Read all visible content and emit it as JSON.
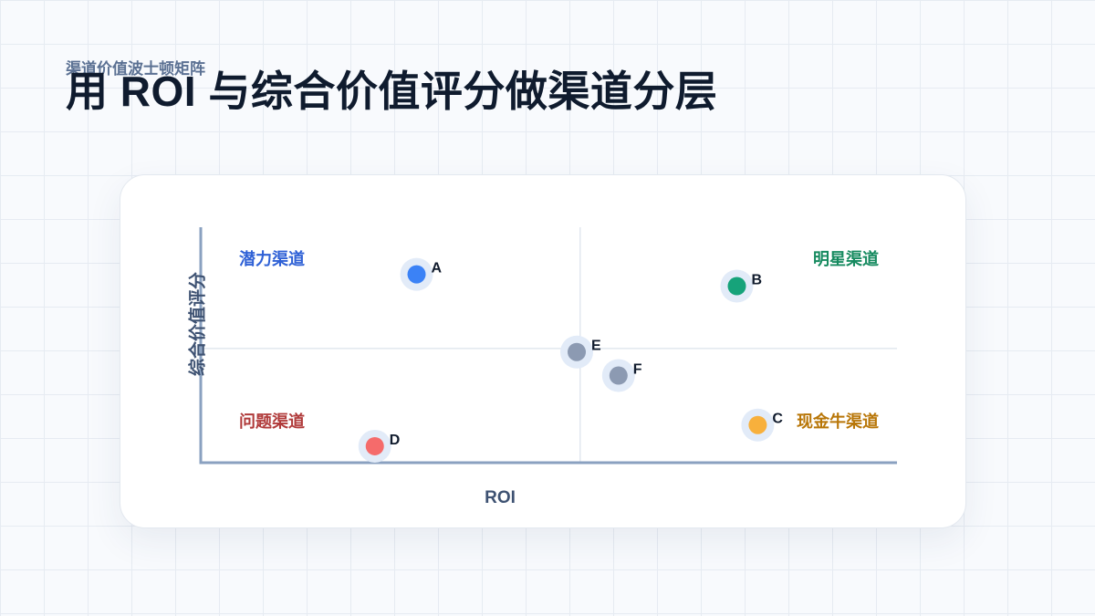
{
  "header": {
    "eyebrow": "渠道价值波士顿矩阵",
    "title": "用 ROI 与综合价值评分做渠道分层"
  },
  "quadrants": {
    "top_left": "潜力渠道",
    "top_right": "明星渠道",
    "bottom_left": "问题渠道",
    "bottom_right": "现金牛渠道"
  },
  "colors": {
    "potential": "#2f61d6",
    "star": "#168a5f",
    "problem": "#b03a3a",
    "cash": "#b87607",
    "point_A": "#3b82f6",
    "point_B": "#16a37a",
    "point_C": "#f8b03c",
    "point_D": "#f56b6b",
    "point_neutral": "#8c9ab2",
    "halo": "#e2ebf8",
    "axis": "#8aa1c0",
    "divider": "#d3dce8"
  },
  "chart_data": {
    "type": "scatter",
    "xlabel": "ROI",
    "ylabel": "综合价值评分",
    "xlim": [
      0,
      100
    ],
    "ylim": [
      0,
      100
    ],
    "x_divider": 54.5,
    "y_divider": 48.5,
    "grid": false,
    "points": [
      {
        "label": "A",
        "x": 31,
        "y": 80,
        "color_key": "point_A"
      },
      {
        "label": "B",
        "x": 77,
        "y": 75,
        "color_key": "point_B"
      },
      {
        "label": "C",
        "x": 80,
        "y": 16,
        "color_key": "point_C"
      },
      {
        "label": "D",
        "x": 25,
        "y": 7,
        "color_key": "point_D"
      },
      {
        "label": "E",
        "x": 54,
        "y": 47,
        "color_key": "point_neutral"
      },
      {
        "label": "F",
        "x": 60,
        "y": 37,
        "color_key": "point_neutral"
      }
    ]
  }
}
